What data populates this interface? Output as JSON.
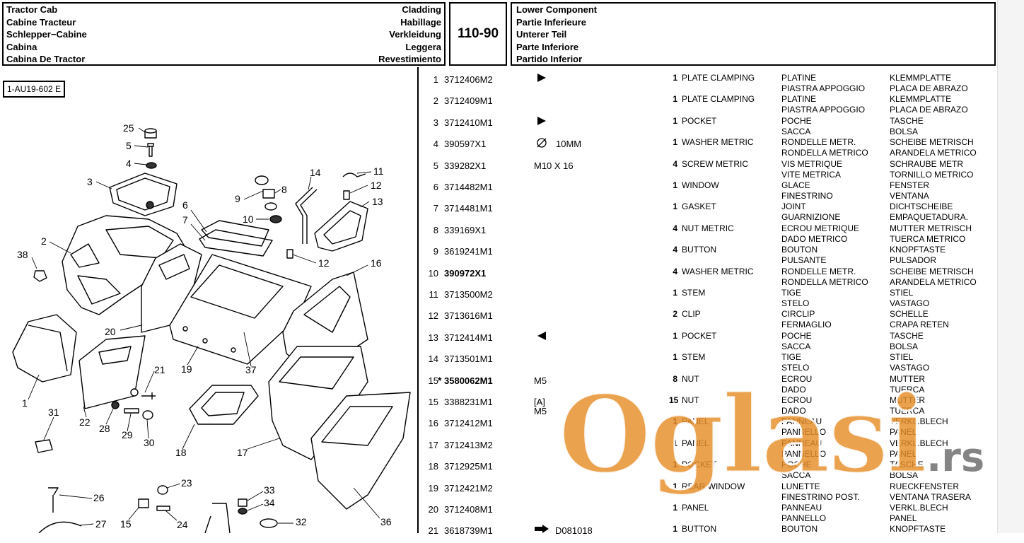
{
  "header": {
    "left_labels": [
      "Tractor Cab",
      "Cabine Tracteur",
      "Schlepper−Cabine",
      "Cabina",
      "Cabina De Tractor"
    ],
    "right_labels": [
      "Cladding",
      "Habillage",
      "Verkleidung",
      "Leggera",
      "Revestimiento"
    ],
    "section_code": "110-90",
    "component_labels": [
      "Lower Component",
      "Partie Inferieure",
      "Unterer Teil",
      "Parte Inferiore",
      "Partido Inferior"
    ]
  },
  "diagram": {
    "reference": "1-AU19-602 E",
    "callouts": [
      "25",
      "5",
      "4",
      "3",
      "2",
      "38",
      "1",
      "20",
      "6",
      "7",
      "9",
      "8",
      "10",
      "14",
      "11",
      "12",
      "13",
      "12",
      "16",
      "19",
      "37",
      "21",
      "22",
      "28",
      "29",
      "30",
      "31",
      "18",
      "17",
      "36",
      "26",
      "23",
      "15",
      "24",
      "33",
      "34",
      "32",
      "27"
    ]
  },
  "parts": [
    {
      "no": "1",
      "star": "",
      "part": "3712406M2",
      "bold": false,
      "symbol": "arrow-right",
      "note": "",
      "note2": "",
      "qty": "1",
      "desc": "PLATE CLAMPING",
      "fr1": "PLATINE",
      "fr2": "PIASTRA APPOGGIO",
      "de1": "KLEMMPLATTE",
      "de2": "PLACA DE ABRAZO"
    },
    {
      "no": "2",
      "star": "",
      "part": "3712409M1",
      "bold": false,
      "symbol": "",
      "note": "",
      "note2": "",
      "qty": "1",
      "desc": "PLATE CLAMPING",
      "fr1": "PLATINE",
      "fr2": "PIASTRA APPOGGIO",
      "de1": "KLEMMPLATTE",
      "de2": "PLACA DE ABRAZO"
    },
    {
      "no": "3",
      "star": "",
      "part": "3712410M1",
      "bold": false,
      "symbol": "arrow-right",
      "note": "",
      "note2": "",
      "qty": "1",
      "desc": "POCKET",
      "fr1": "POCHE",
      "fr2": "SACCA",
      "de1": "TASCHE",
      "de2": "BOLSA"
    },
    {
      "no": "4",
      "star": "",
      "part": "390597X1",
      "bold": false,
      "symbol": "diameter",
      "note": "10MM",
      "note2": "",
      "qty": "1",
      "desc": "WASHER METRIC",
      "fr1": "RONDELLE METR.",
      "fr2": "RONDELLA METRICO",
      "de1": "SCHEIBE METRISCH",
      "de2": "ARANDELA METRICO"
    },
    {
      "no": "5",
      "star": "",
      "part": "339282X1",
      "bold": false,
      "symbol": "",
      "note": "M10 X 16",
      "note2": "",
      "qty": "4",
      "desc": "SCREW METRIC",
      "fr1": "VIS METRIQUE",
      "fr2": "VITE METRICA",
      "de1": "SCHRAUBE METR",
      "de2": "TORNILLO METRICO"
    },
    {
      "no": "6",
      "star": "",
      "part": "3714482M1",
      "bold": false,
      "symbol": "",
      "note": "",
      "note2": "",
      "qty": "1",
      "desc": "WINDOW",
      "fr1": "GLACE",
      "fr2": "FINESTRINO",
      "de1": "FENSTER",
      "de2": "VENTANA"
    },
    {
      "no": "7",
      "star": "",
      "part": "3714481M1",
      "bold": false,
      "symbol": "",
      "note": "",
      "note2": "",
      "qty": "1",
      "desc": "GASKET",
      "fr1": "JOINT",
      "fr2": "GUARNIZIONE",
      "de1": "DICHTSCHEIBE",
      "de2": "EMPAQUETADURA."
    },
    {
      "no": "8",
      "star": "",
      "part": "339169X1",
      "bold": false,
      "symbol": "",
      "note": "",
      "note2": "",
      "qty": "4",
      "desc": "NUT METRIC",
      "fr1": "ECROU METRIQUE",
      "fr2": "DADO METRICO",
      "de1": "MUTTER METRISCH",
      "de2": "TUERCA METRICO"
    },
    {
      "no": "9",
      "star": "",
      "part": "3619241M1",
      "bold": false,
      "symbol": "",
      "note": "",
      "note2": "",
      "qty": "4",
      "desc": "BUTTON",
      "fr1": "BOUTON",
      "fr2": "PULSANTE",
      "de1": "KNOPFTASTE",
      "de2": "PULSADOR"
    },
    {
      "no": "10",
      "star": "",
      "part": "390972X1",
      "bold": true,
      "symbol": "",
      "note": "",
      "note2": "",
      "qty": "4",
      "desc": "WASHER METRIC",
      "fr1": "RONDELLE METR.",
      "fr2": "RONDELLA METRICO",
      "de1": "SCHEIBE METRISCH",
      "de2": "ARANDELA METRICO"
    },
    {
      "no": "11",
      "star": "",
      "part": "3713500M2",
      "bold": false,
      "symbol": "",
      "note": "",
      "note2": "",
      "qty": "1",
      "desc": "STEM",
      "fr1": "TIGE",
      "fr2": "STELO",
      "de1": "STIEL",
      "de2": "VASTAGO"
    },
    {
      "no": "12",
      "star": "",
      "part": "3713616M1",
      "bold": false,
      "symbol": "",
      "note": "",
      "note2": "",
      "qty": "2",
      "desc": "CLIP",
      "fr1": "CIRCLIP",
      "fr2": "FERMAGLIO",
      "de1": "SCHELLE",
      "de2": "CRAPA RETEN"
    },
    {
      "no": "13",
      "star": "",
      "part": "3712414M1",
      "bold": false,
      "symbol": "arrow-left",
      "note": "",
      "note2": "",
      "qty": "1",
      "desc": "POCKET",
      "fr1": "POCHE",
      "fr2": "SACCA",
      "de1": "TASCHE",
      "de2": "BOLSA"
    },
    {
      "no": "14",
      "star": "",
      "part": "3713501M1",
      "bold": false,
      "symbol": "",
      "note": "",
      "note2": "",
      "qty": "1",
      "desc": "STEM",
      "fr1": "TIGE",
      "fr2": "STELO",
      "de1": "STIEL",
      "de2": "VASTAGO"
    },
    {
      "no": "15",
      "star": "*",
      "part": "3580062M1",
      "bold": true,
      "symbol": "",
      "note": "M5",
      "note2": "",
      "qty": "8",
      "desc": "NUT",
      "fr1": "ECROU",
      "fr2": "DADO",
      "de1": "MUTTER",
      "de2": "TUERCA"
    },
    {
      "no": "15",
      "star": "",
      "part": "3388231M1",
      "bold": false,
      "symbol": "",
      "note": "[A]",
      "note2": "M5",
      "qty": "15",
      "desc": "NUT",
      "fr1": "ECROU",
      "fr2": "DADO",
      "de1": "MUTTER",
      "de2": "TUERCA"
    },
    {
      "no": "16",
      "star": "",
      "part": "3712412M1",
      "bold": false,
      "symbol": "",
      "note": "",
      "note2": "",
      "qty": "1",
      "desc": "PANEL",
      "fr1": "PANNEAU",
      "fr2": "PANNELLO",
      "de1": "VERKL.BLECH",
      "de2": "PANEL"
    },
    {
      "no": "17",
      "star": "",
      "part": "3712413M2",
      "bold": false,
      "symbol": "",
      "note": "",
      "note2": "",
      "qty": "1",
      "desc": "PANEL",
      "fr1": "PANNEAU",
      "fr2": "PANNELLO",
      "de1": "VERKL.BLECH",
      "de2": "PANEL"
    },
    {
      "no": "18",
      "star": "",
      "part": "3712925M1",
      "bold": false,
      "symbol": "",
      "note": "",
      "note2": "",
      "qty": "1",
      "desc": "POCKET",
      "fr1": "POCHE",
      "fr2": "SACCA",
      "de1": "TASCHE",
      "de2": "BOLSA"
    },
    {
      "no": "19",
      "star": "",
      "part": "3712421M2",
      "bold": false,
      "symbol": "",
      "note": "",
      "note2": "",
      "qty": "1",
      "desc": "REAR WINDOW",
      "fr1": "LUNETTE",
      "fr2": "FINESTRINO POST.",
      "de1": "RUECKFENSTER",
      "de2": "VENTANA TRASERA"
    },
    {
      "no": "20",
      "star": "",
      "part": "3712408M1",
      "bold": false,
      "symbol": "",
      "note": "",
      "note2": "",
      "qty": "1",
      "desc": "PANEL",
      "fr1": "PANNEAU",
      "fr2": "PANNELLO",
      "de1": "VERKL.BLECH",
      "de2": "PANEL"
    },
    {
      "no": "21",
      "star": "",
      "part": "3618739M1",
      "bold": false,
      "symbol": "hollow-arrow",
      "note": "D081018",
      "note2": "",
      "qty": "1",
      "desc": "BUTTON",
      "fr1": "BOUTON",
      "fr2": "",
      "de1": "KNOPFTASTE",
      "de2": ""
    }
  ],
  "watermark": {
    "brand": "Oglasi",
    "suffix": ".rs"
  }
}
